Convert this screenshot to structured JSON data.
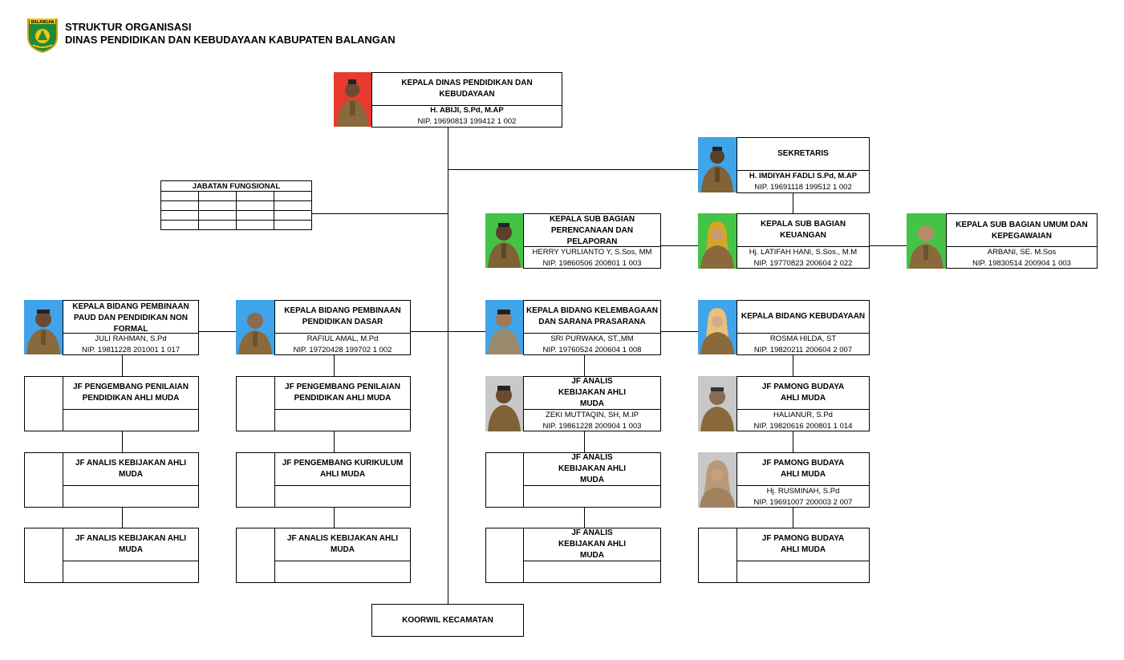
{
  "header": {
    "logo_text": "BALANGAN",
    "line1": "STRUKTUR ORGANISASI",
    "line2": "DINAS PENDIDIKAN DAN KEBUDAYAAN KABUPATEN BALANGAN"
  },
  "colors": {
    "red": "#e8392e",
    "blue": "#3fa4ea",
    "green": "#44c447",
    "gray": "#c8c8c8"
  },
  "kadis": {
    "title": "KEPALA DINAS PENDIDIKAN DAN KEBUDAYAAN",
    "name": "H. ABIJI, S.Pd, M.AP",
    "nip": "NIP. 19690813 199412 1 002"
  },
  "sekretaris": {
    "title": "SEKRETARIS",
    "name": "H. IMDIYAH FADLI S.Pd, M.AP",
    "nip": "NIP. 19691118 199512 1 002"
  },
  "jabatan_fungsional": {
    "title": "JABATAN FUNGSIONAL"
  },
  "subbag": [
    {
      "title": "KEPALA SUB BAGIAN PERENCANAAN DAN PELAPORAN",
      "name": "HERRY YURLIANTO Y, S.Sos, MM",
      "nip": "NIP. 19860506 200801 1 003"
    },
    {
      "title": "KEPALA SUB BAGIAN KEUANGAN",
      "name": "Hj. LATIFAH HANI, S.Sos., M.M",
      "nip": "NIP. 19770823 200604 2 022"
    },
    {
      "title": "KEPALA SUB BAGIAN UMUM DAN KEPEGAWAIAN",
      "name": "ARBANI, SE. M.Sos",
      "nip": "NIP. 19830514 200904 1 003"
    }
  ],
  "bidang": [
    {
      "title": "KEPALA BIDANG PEMBINAAN PAUD DAN PENDIDIKAN NON FORMAL",
      "name": "JULI RAHMAN, S.Pd",
      "nip": "NIP. 19811228 201001 1 017"
    },
    {
      "title": "KEPALA BIDANG PEMBINAAN PENDIDIKAN DASAR",
      "name": "RAFIUL AMAL, M.Pd",
      "nip": "NIP. 19720428 199702 1 002"
    },
    {
      "title": "KEPALA BIDANG KELEMBAGAAN DAN SARANA PRASARANA",
      "name": "SRI PURWAKA, ST.,MM",
      "nip": "NIP. 19760524 200604 1 008"
    },
    {
      "title": "KEPALA BIDANG KEBUDAYAAN",
      "name": "ROSMA HILDA, ST",
      "nip": "NIP. 19820211 200604 2 007"
    }
  ],
  "jf": {
    "c1r1": "JF PENGEMBANG PENILAIAN PENDIDIKAN AHLI MUDA",
    "c1r2": "JF ANALIS KEBIJAKAN AHLI MUDA",
    "c1r3": "JF ANALIS KEBIJAKAN AHLI MUDA",
    "c2r1": "JF PENGEMBANG PENILAIAN PENDIDIKAN AHLI MUDA",
    "c2r2": "JF PENGEMBANG KURIKULUM AHLI MUDA",
    "c2r3": "JF ANALIS KEBIJAKAN AHLI MUDA",
    "c3r1": "JF ANALIS KEBIJAKAN AHLI MUDA",
    "c3r1_name": "ZEKI MUTTAQIN, SH, M.IP",
    "c3r1_nip": "NIP. 19861228 200904 1 003",
    "c3r2": "JF ANALIS KEBIJAKAN AHLI MUDA",
    "c3r3": "JF ANALIS KEBIJAKAN AHLI MUDA",
    "c4r1": "JF PAMONG BUDAYA AHLI MUDA",
    "c4r1_name": "HALIANUR, S.Pd",
    "c4r1_nip": "NIP. 19820616 200801 1 014",
    "c4r2": "JF PAMONG BUDAYA AHLI MUDA",
    "c4r2_name": "Hj. RUSMINAH, S.Pd",
    "c4r2_nip": "NIP. 19691007 200003 2 007",
    "c4r3": "JF PAMONG BUDAYA AHLI MUDA"
  },
  "koorwil": {
    "title": "KOORWIL KECAMATAN"
  }
}
